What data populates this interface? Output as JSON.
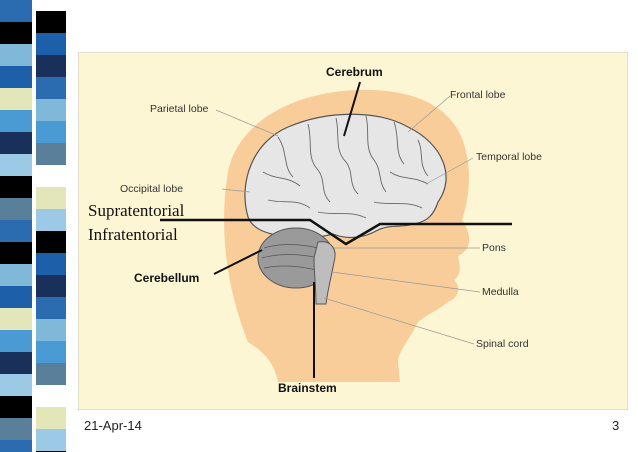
{
  "colors": {
    "panel_background": "#fdf6d4",
    "head_skin": "#f9cd9a",
    "brain_fill": "#e6e6e6",
    "sidebar_colors": [
      "#2b6cb0",
      "#000000",
      "#ffffff",
      "#7fb8d8",
      "#1d5fa8",
      "#e3e6b8",
      "#4a9ad4",
      "#18305a",
      "#9cc9e6",
      "#5a7f9a"
    ]
  },
  "diagram": {
    "labels": {
      "cerebrum": "Cerebrum",
      "frontal_lobe": "Frontal lobe",
      "parietal_lobe": "Parietal lobe",
      "temporal_lobe": "Temporal lobe",
      "occipital_lobe": "Occipital lobe",
      "supratentorial": "Supratentorial",
      "infratentorial": "Infratentorial",
      "pons": "Pons",
      "cerebellum": "Cerebellum",
      "medulla": "Medulla",
      "spinal_cord": "Spinal cord",
      "brainstem": "Brainstem"
    }
  },
  "footer": {
    "date": "21-Apr-14",
    "page_number": "3"
  }
}
